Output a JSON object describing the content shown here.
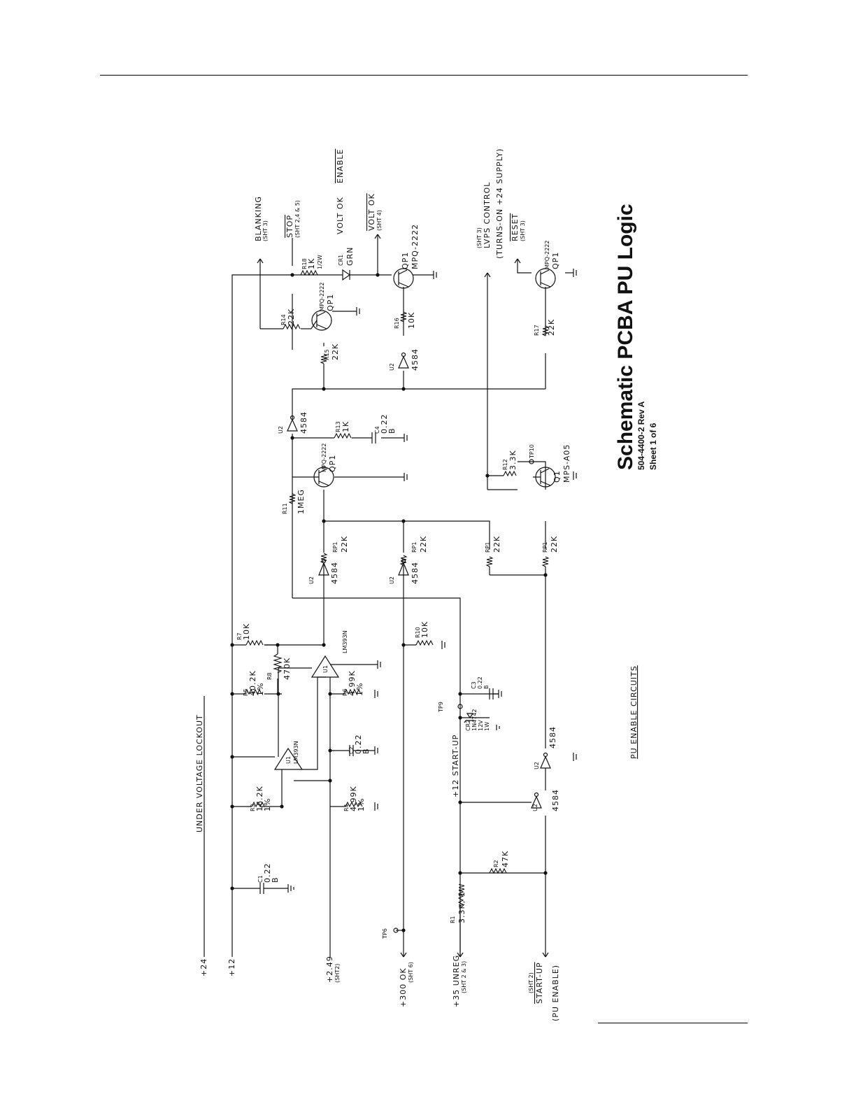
{
  "title": {
    "main": "Schematic PCBA PU Logic",
    "part": "504-4400-2  Rev A",
    "sheet": "Sheet 1 of 6"
  },
  "section_title": "PU ENABLE CIRCUITS",
  "labels": {
    "undervoltage": "UNDER VOLTAGE LOCKOUT",
    "plus24": "+24",
    "plus12": "+12",
    "plus249": "+2.49",
    "plus249_ref": "(SHT2)",
    "plus300ok": "+300 OK",
    "plus300ok_ref": "(SHT 6)",
    "plus35": "+35 UNREG",
    "plus35_ref": "(SHT 2 & 3)",
    "startup_ref": "(SHT 2)",
    "startup": "START-UP",
    "pu_enable": "(PU ENABLE)",
    "plus12_startup": "+12 START-UP",
    "blanking": "BLANKING",
    "blanking_ref": "(SHT 3)",
    "stop": "STOP",
    "stop_ref": "(SHT 2,4 & 5)",
    "volt_ok_enable_a": "VOLT OK",
    "volt_ok_enable_b": "ENABLE",
    "volt_ok": "VOLT OK",
    "volt_ok_ref": "(SHT 4)",
    "lvps_ref": "(SHT 3)",
    "lvps": "LVPS CONTROL",
    "lvps_note": "(TURNS-ON +24 SUPPLY)",
    "reset": "RESET",
    "reset_ref": "(SHT 3)",
    "tp6": "TP6",
    "tp9": "TP9",
    "tp10": "TP10"
  },
  "components": {
    "r1": [
      "R1",
      "3.3K, 1W"
    ],
    "r2": [
      "R2",
      "47K"
    ],
    "c1": [
      "C1",
      "0.22",
      "B"
    ],
    "r3": [
      "R3",
      "16.2K",
      "1%"
    ],
    "r4": [
      "R4",
      "4.99K",
      "1%"
    ],
    "c2": [
      "C2",
      "0.22",
      "B"
    ],
    "u1a": [
      "U1",
      "LM393N"
    ],
    "r5": [
      "R5",
      "40.2K",
      "1%"
    ],
    "r8": [
      "R8",
      "470K"
    ],
    "r6": [
      "R6",
      "4.99K",
      "1%"
    ],
    "r7": [
      "R7",
      "10K"
    ],
    "u1b": [
      "U1",
      "LM393N"
    ],
    "r10": [
      "R10",
      "10K"
    ],
    "cr2": [
      "CR2",
      "1N4742",
      "12V",
      "1W"
    ],
    "c3": [
      "C3",
      "0.22",
      "B"
    ],
    "u2a": [
      "U2",
      "4584"
    ],
    "u2b": [
      "U2",
      "4584"
    ],
    "u2c": [
      "U2",
      "4584"
    ],
    "u2d": [
      "U2",
      "4584"
    ],
    "u2e": [
      "U2",
      "4584"
    ],
    "u2f": [
      "U2",
      "4584"
    ],
    "rp1a": [
      "RP1",
      "22K"
    ],
    "rp1b": [
      "RP1",
      "22K"
    ],
    "rp1c": [
      "RP1",
      "22K"
    ],
    "rp1d": [
      "RP1",
      "22K"
    ],
    "r11": [
      "R11",
      "1MEG"
    ],
    "qp1a": [
      "MPQ-2222",
      "QP1"
    ],
    "r13": [
      "R13",
      "1K"
    ],
    "c4": [
      "C4",
      "0.22",
      "B"
    ],
    "r12": [
      "R12",
      "3.3K"
    ],
    "q1": [
      "Q1",
      "MPS-A05"
    ],
    "r15": [
      "R15",
      "22K"
    ],
    "r14": [
      "R14",
      "22K"
    ],
    "qp1b": [
      "MPQ-2222",
      "QP1"
    ],
    "r18": [
      "R18",
      "1K",
      "1/2W"
    ],
    "cr1": [
      "CR1",
      "GRN"
    ],
    "r16": [
      "R16",
      "10K"
    ],
    "qp1c": [
      "QP1",
      "MPQ-2222"
    ],
    "r17": [
      "R17",
      "22K"
    ],
    "qp1d": [
      "MPQ-2222",
      "QP1"
    ]
  },
  "colors": {
    "ink": "#111111",
    "paper": "#ffffff"
  }
}
